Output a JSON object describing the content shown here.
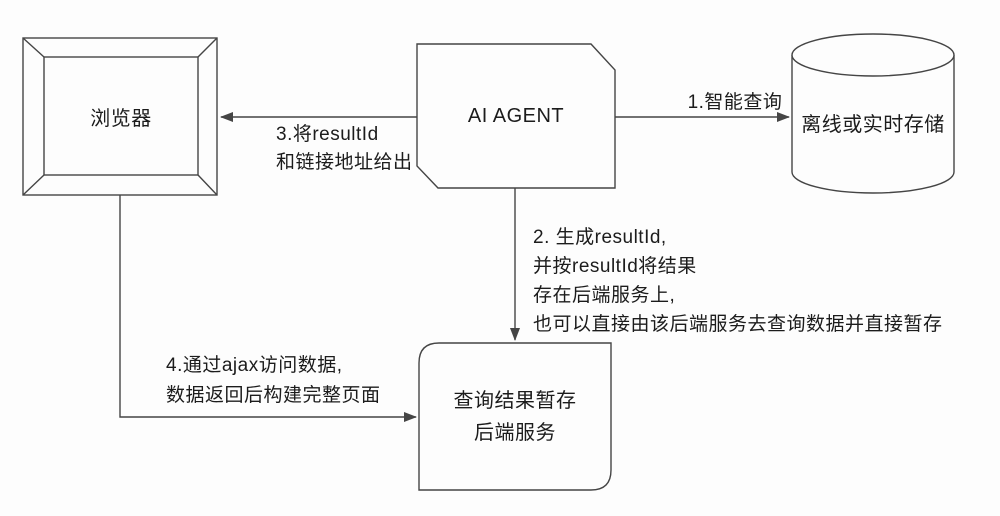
{
  "colors": {
    "background": "#fdfdfd",
    "stroke": "#454545",
    "text": "#1c1c1c"
  },
  "nodes": {
    "browser": {
      "label": "浏览器",
      "shape": "display"
    },
    "agent": {
      "label": "AI AGENT",
      "shape": "card"
    },
    "storage": {
      "label": "离线或实时存储",
      "shape": "cylinder"
    },
    "backend": {
      "lines": [
        "查询结果暂存",
        "后端服务"
      ],
      "shape": "rounded-card"
    }
  },
  "edges": {
    "step1": {
      "from": "agent",
      "to": "storage",
      "label": "1.智能查询"
    },
    "step2": {
      "from": "agent",
      "to": "backend",
      "lines": [
        "2. 生成resultId,",
        "并按resultId将结果",
        "存在后端服务上,",
        "也可以直接由该后端服务去查询数据并直接暂存"
      ]
    },
    "step3": {
      "from": "agent",
      "to": "browser",
      "lines": [
        "3.将resultId",
        "和链接地址给出"
      ]
    },
    "step4": {
      "from": "browser",
      "to": "backend",
      "lines": [
        "4.通过ajax访问数据,",
        "数据返回后构建完整页面"
      ]
    }
  }
}
